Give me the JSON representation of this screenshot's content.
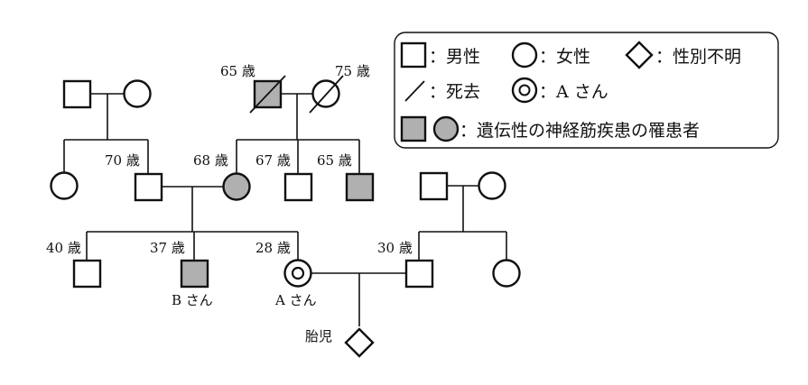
{
  "people": {
    "gp_paternal_male": {
      "age": "",
      "affected": false
    },
    "gp_paternal_female": {
      "age": "",
      "affected": false
    },
    "gp_maternal_male": {
      "age": "65 歳",
      "affected": true,
      "deceased": true
    },
    "gp_maternal_female": {
      "age": "75 歳",
      "affected": false,
      "deceased": true
    },
    "aunt_paternal": {
      "age": "",
      "affected": false
    },
    "father": {
      "age": "70 歳",
      "affected": false
    },
    "mother": {
      "age": "68 歳",
      "affected": true
    },
    "uncle_67": {
      "age": "67 歳",
      "affected": false
    },
    "uncle_65": {
      "age": "65 歳",
      "affected": true
    },
    "in_law_father": {
      "age": "",
      "affected": false
    },
    "in_law_mother": {
      "age": "",
      "affected": false
    },
    "brother_40": {
      "age": "40 歳",
      "affected": false
    },
    "b_san": {
      "age": "37 歳",
      "name": "B さん",
      "affected": true
    },
    "a_san": {
      "age": "28 歳",
      "name": "A さん",
      "affected": false,
      "proband": true
    },
    "husband": {
      "age": "30 歳",
      "affected": false
    },
    "husband_sister": {
      "age": "",
      "affected": false
    },
    "fetus": {
      "name": "胎児",
      "sex": "unknown"
    }
  },
  "legend": {
    "male": "：男性",
    "female": "：女性",
    "unknown_sex": "：性別不明",
    "deceased": "：死去",
    "proband": "：A さん",
    "affected": "：遺伝性の神経筋疾患の罹患者"
  },
  "colors": {
    "affected_fill": "#b0b0b0",
    "line": "#111111"
  }
}
